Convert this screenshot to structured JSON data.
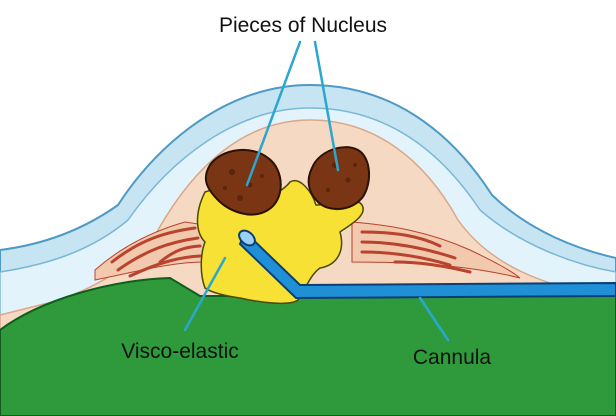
{
  "labels": {
    "nucleus": "Pieces of Nucleus",
    "visco": "Visco-elastic",
    "cannula": "Cannula"
  },
  "colors": {
    "cornea_outer": "#c7e4f2",
    "cornea_inner": "#e3f3fb",
    "anterior_chamber": "#f6d9c3",
    "lens": "#2f9a3c",
    "viscoelastic": "#f7e134",
    "nucleus": "#7a3514",
    "cannula": "#1f8fd6",
    "leader_line": "#2ba6cf",
    "iris_lines": "#b8432f"
  }
}
